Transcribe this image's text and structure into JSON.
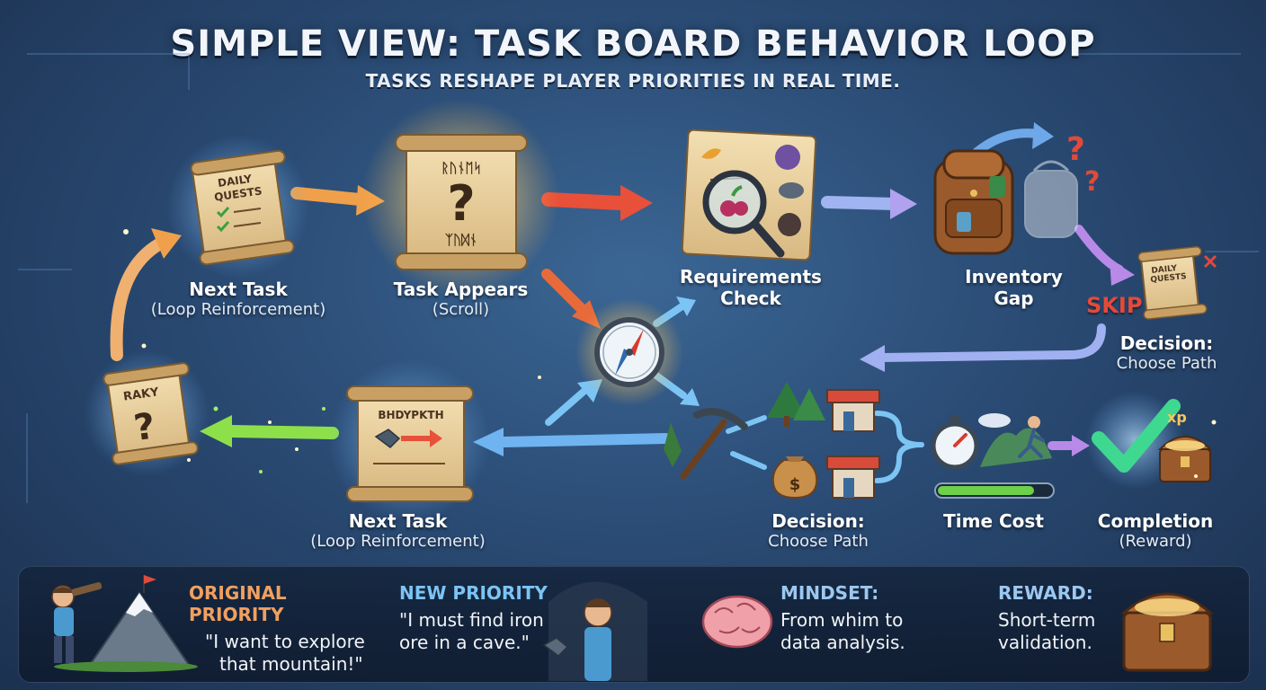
{
  "header": {
    "title": "SIMPLE VIEW: TASK BOARD BEHAVIOR LOOP",
    "subtitle": "TASKS RESHAPE PLAYER PRIORITIES IN REAL TIME."
  },
  "nodes": {
    "next_task_top": {
      "label": "Next Task",
      "sub": "(Loop Reinforcement)",
      "scroll_text": [
        "DAILY",
        "QUESTS"
      ]
    },
    "task_appears": {
      "label": "Task Appears",
      "sub": "(Scroll)",
      "scroll_top": "ᚱᚢᚾᛖᛋ",
      "scroll_bottom": "ᛉᚢᛞᚾ",
      "glyph": "?"
    },
    "requirements": {
      "label": "Requirements",
      "label2": "Check"
    },
    "inventory": {
      "label": "Inventory",
      "label2": "Gap",
      "glyph": "?"
    },
    "decision_right": {
      "label": "Decision:",
      "sub": "Choose Path",
      "skip": "SKIP",
      "scroll_text": [
        "DAILY",
        "QUESTS"
      ]
    },
    "next_task_bottom": {
      "label": "Next Task",
      "sub": "(Loop Reinforcement)",
      "scroll_text": "BHDYPKTH"
    },
    "left_scroll": {
      "scroll_text": "RAKY",
      "glyph": "?"
    },
    "decision_center": {
      "label": "Decision:",
      "sub": "Choose Path",
      "coin_symbol": "$"
    },
    "time_cost": {
      "label": "Time Cost",
      "progress": 0.85
    },
    "completion": {
      "label": "Completion",
      "sub": "(Reward)",
      "xp": "xp"
    }
  },
  "bottom": {
    "original": {
      "heading": "ORIGINAL PRIORITY",
      "line1": "\"I want to explore",
      "line2": "that mountain!\""
    },
    "new": {
      "heading": "NEW PRIORITY",
      "line1": "\"I must find iron",
      "line2": "ore in a cave.\""
    },
    "mindset": {
      "heading": "MINDSET:",
      "line1": "From whim to",
      "line2": "data analysis."
    },
    "reward": {
      "heading": "REWARD:",
      "line1": "Short-term",
      "line2": "validation."
    }
  },
  "colors": {
    "orange": "#f0a04a",
    "red": "#e8503a",
    "blue": "#7cb8f0",
    "purple": "#b88ae8",
    "green": "#8ee04a",
    "skip": "#e44a3a",
    "original": "#f0a060",
    "new": "#7cc4f4",
    "mindset": "#9cc8f0"
  },
  "icons": [
    "scroll-icon",
    "magnifier-icon",
    "backpack-icon",
    "compass-icon",
    "pickaxe-icon",
    "tree-icon",
    "shop-icon",
    "money-bag-icon",
    "stopwatch-icon",
    "check-icon",
    "treasure-chest-icon",
    "brain-icon",
    "mountain-icon",
    "cave-icon"
  ]
}
